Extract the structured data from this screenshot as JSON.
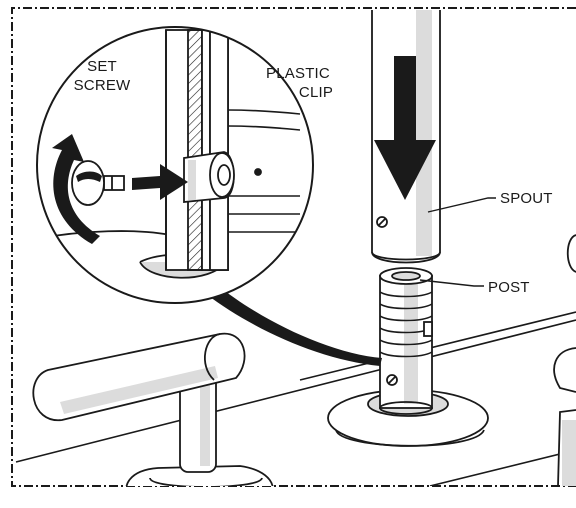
{
  "labels": {
    "set_screw_line1": "SET",
    "set_screw_line2": "SCREW",
    "plastic_clip_line1": "PLASTIC",
    "plastic_clip_line2": "CLIP",
    "spout": "SPOUT",
    "post": "POST"
  },
  "colors": {
    "ink": "#1a1a1a",
    "shade": "#dcdcdc",
    "paper": "#ffffff"
  },
  "icons": {
    "rotate": "curved-rotate-arrow-icon",
    "push": "right-arrow-icon",
    "down": "down-arrow-icon"
  }
}
